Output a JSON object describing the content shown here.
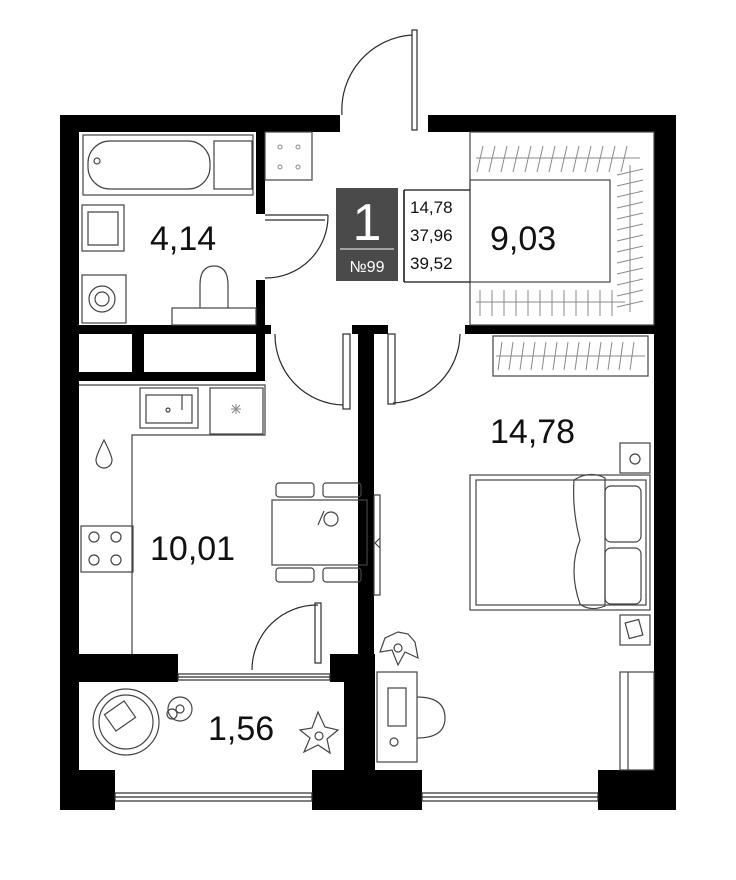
{
  "apartment": {
    "rooms": "1",
    "number": "№99",
    "areas": [
      "14,78",
      "37,96",
      "39,52"
    ]
  },
  "rooms": {
    "bathroom": "4,14",
    "wardrobe": "9,03",
    "bedroom": "14,78",
    "kitchen": "10,01",
    "balcony": "1,56"
  },
  "colors": {
    "walls": "#000000",
    "badge": "#4a4a4a",
    "lines": "#2b2b2b"
  }
}
